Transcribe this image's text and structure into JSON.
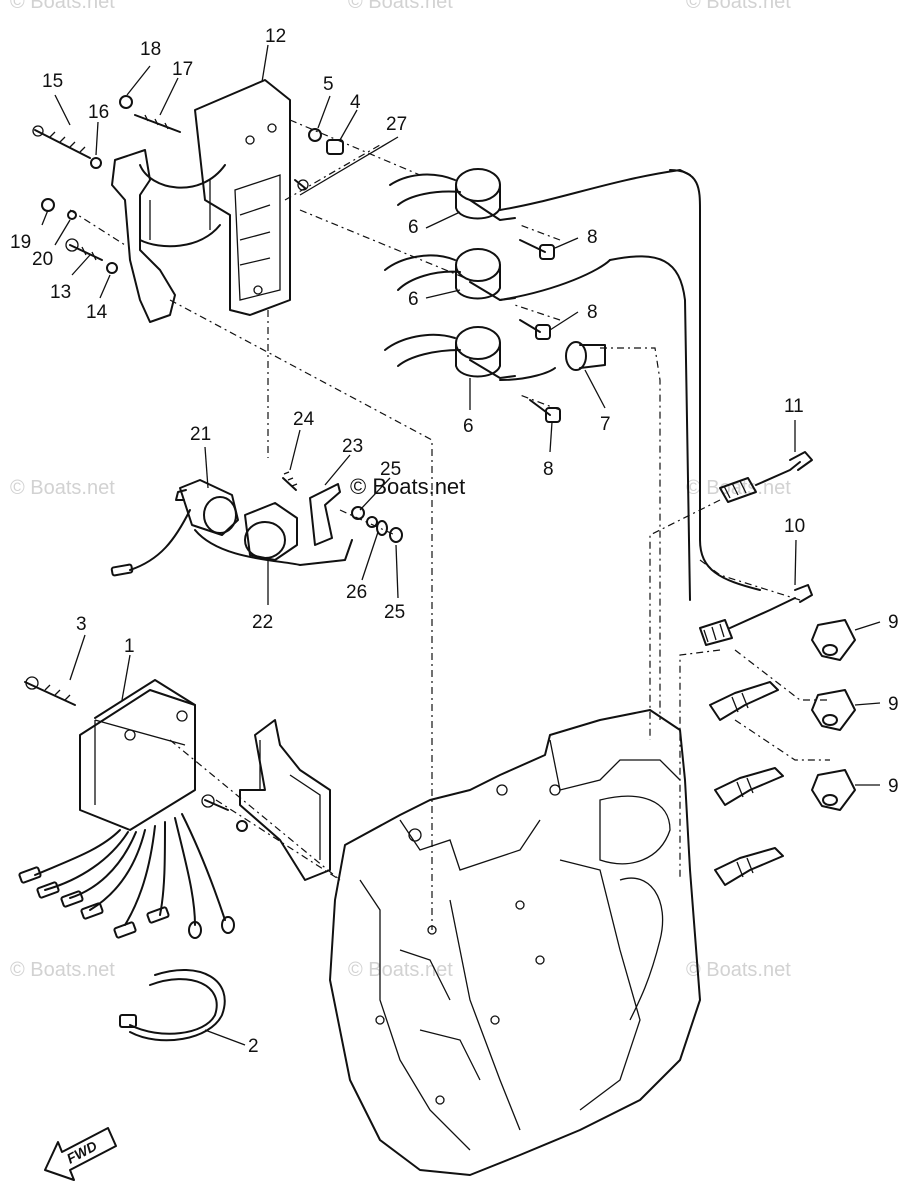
{
  "watermark": "© Boats.net",
  "watermark_center": "© Boats.net",
  "fwd_label": "FWD",
  "callouts": {
    "c1": "1",
    "c2": "2",
    "c3": "3",
    "c4": "4",
    "c5": "5",
    "c6a": "6",
    "c6b": "6",
    "c6c": "6",
    "c7": "7",
    "c8a": "8",
    "c8b": "8",
    "c8c": "8",
    "c9a": "9",
    "c9b": "9",
    "c9c": "9",
    "c10": "10",
    "c11": "11",
    "c12": "12",
    "c13": "13",
    "c14": "14",
    "c15": "15",
    "c16": "16",
    "c17": "17",
    "c18": "18",
    "c19": "19",
    "c20": "20",
    "c21": "21",
    "c22": "22",
    "c23": "23",
    "c24": "24",
    "c25a": "25",
    "c25b": "25",
    "c26": "26",
    "c27": "27"
  }
}
